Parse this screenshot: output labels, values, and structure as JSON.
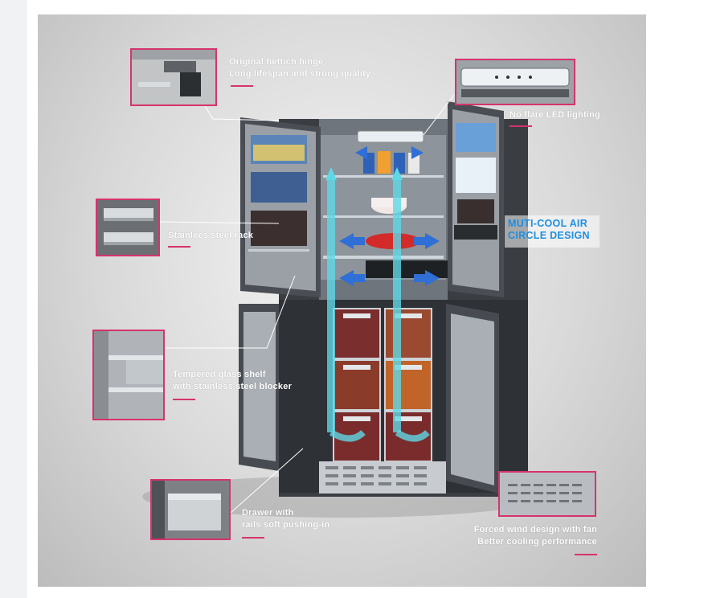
{
  "callouts": {
    "hinge": {
      "line1": "Original hettich hinge",
      "line2": "Long lifespan and strong quality"
    },
    "lighting": {
      "line1": "No flare LED lighting"
    },
    "rack": {
      "line1": "Stainlees steel rack"
    },
    "shelf": {
      "line1": "Tempered glass shelf",
      "line2": "with stainless steel blocker"
    },
    "drawer": {
      "line1": "Drawer with",
      "line2": "rails soft pushing-in"
    },
    "fan": {
      "line1": "Forced wind design with fan",
      "line2": "Better cooling performance"
    }
  },
  "air_design": {
    "line1": "MUTI-COOL AIR",
    "line2": "CIRCLE DESIGN"
  },
  "colors": {
    "accent": "#d6336c",
    "air_text": "#1e8fe0",
    "air_flow": "#5fd8e6",
    "cool_arrow": "#2f6fd6"
  }
}
